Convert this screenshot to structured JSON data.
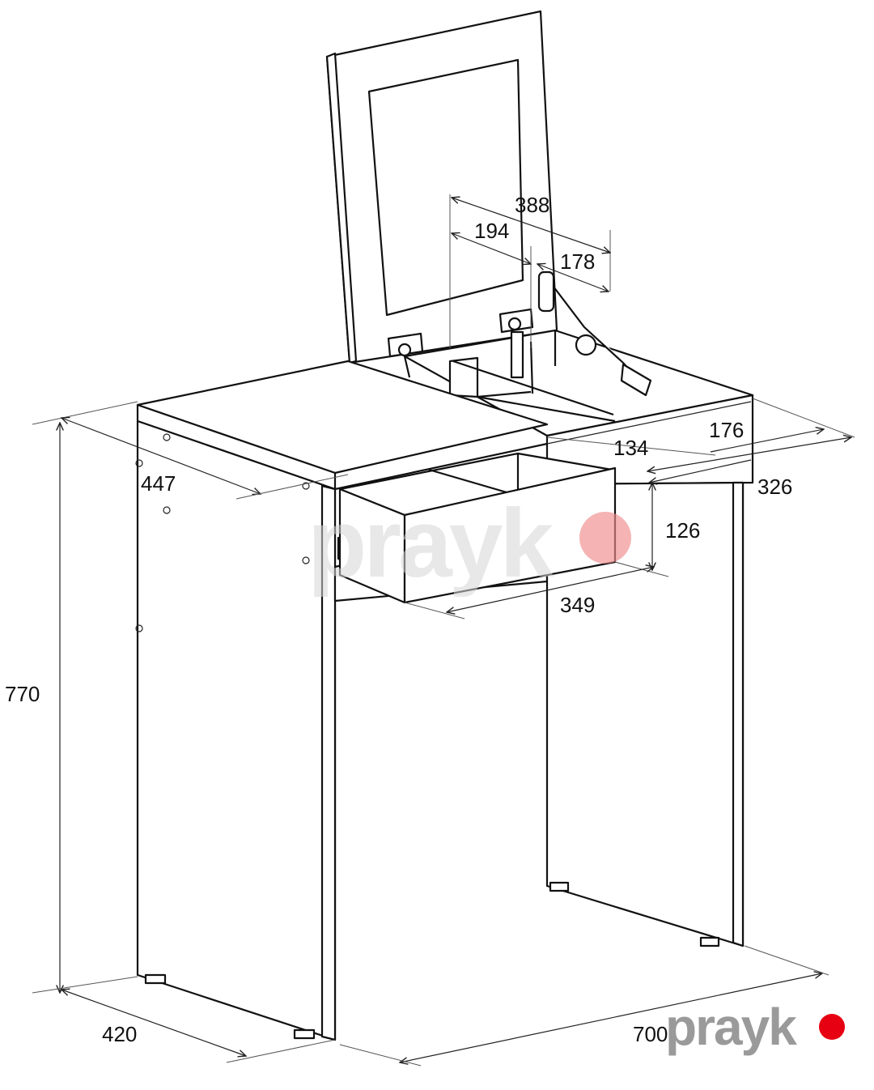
{
  "dimensions": {
    "mirror_388": "388",
    "hinge_194": "194",
    "hinge_178": "178",
    "top_depth_447": "447",
    "compartment_176": "176",
    "compartment_134": "134",
    "drawer_width_326": "326",
    "drawer_height_126": "126",
    "drawer_front_349": "349",
    "height_770": "770",
    "depth_420": "420",
    "width_700": "700"
  },
  "branding": {
    "watermark_text": "prayk",
    "logo_text": "prayk",
    "dot_color": "#e60012",
    "watermark_dot_color": "#f08a8a"
  }
}
